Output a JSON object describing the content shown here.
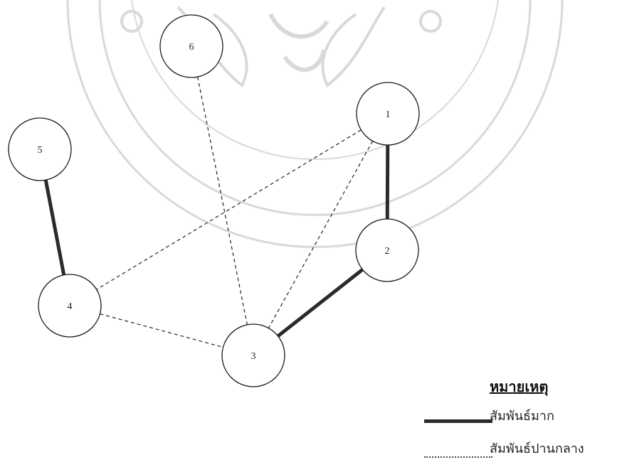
{
  "diagram": {
    "nodes": [
      {
        "id": "1",
        "label": "1"
      },
      {
        "id": "2",
        "label": "2"
      },
      {
        "id": "3",
        "label": "3"
      },
      {
        "id": "4",
        "label": "4"
      },
      {
        "id": "5",
        "label": "5"
      },
      {
        "id": "6",
        "label": "6"
      }
    ],
    "edges": [
      {
        "from": "1",
        "to": "2",
        "relation": "strong"
      },
      {
        "from": "2",
        "to": "3",
        "relation": "strong"
      },
      {
        "from": "5",
        "to": "4",
        "relation": "strong"
      },
      {
        "from": "1",
        "to": "4",
        "relation": "moderate"
      },
      {
        "from": "1",
        "to": "3",
        "relation": "moderate"
      },
      {
        "from": "6",
        "to": "3",
        "relation": "moderate"
      },
      {
        "from": "4",
        "to": "3",
        "relation": "moderate"
      }
    ]
  },
  "legend": {
    "title": "หมายเหตุ",
    "strong_label": "สัมพันธ์มาก",
    "moderate_label": "สัมพันธ์ปานกลาง"
  },
  "colors": {
    "line": "#2b2b2b",
    "watermark": "#d9d9d9"
  }
}
